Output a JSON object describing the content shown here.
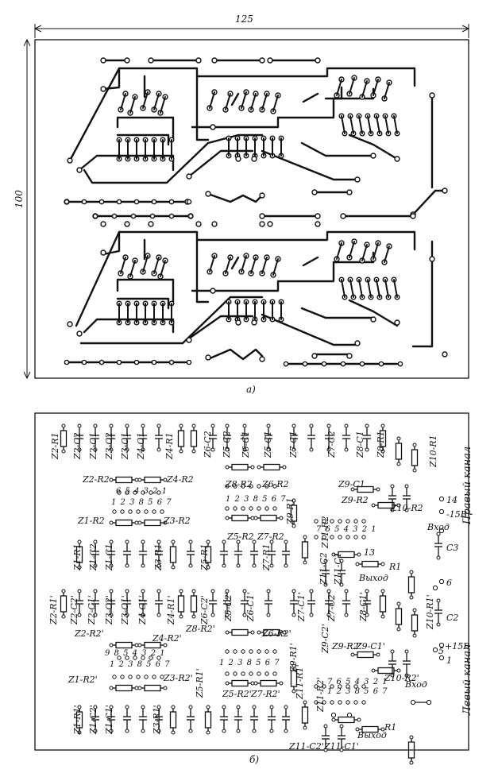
{
  "top_figure": {
    "dimension_width": "125",
    "dimension_height": "100",
    "caption": "а)"
  },
  "bottom_figure": {
    "caption": "б)",
    "side_label_right_channel": "Правый канал",
    "side_label_left_channel": "Левый канал",
    "upper_block_labels": {
      "col_z2_r1": "Z2-R1",
      "col_z2_c2": "Z2-C2",
      "col_z2_c1": "Z2-C1",
      "col_z3_c2": "Z3-C2",
      "col_z3_c1": "Z3-C1",
      "col_z4_c1": "Z4-C1",
      "col_z4_r1": "Z4-R1",
      "col_z6_c2": "Z6-C2",
      "col_z5_c2": "Z5-C2",
      "col_z6_c1": "Z6-C1",
      "col_z5_c1": "Z5-C1",
      "col_z7_c1": "Z7-C1",
      "col_z7_c2": "Z7-C2",
      "col_z8_c1": "Z8-C1",
      "col_z8_r1": "Z8-R1",
      "z10_r1": "Z10-R1",
      "z2_r2": "Z2-R2",
      "z4_r2": "Z4-R2",
      "z8_r2": "Z8-R2",
      "z6_r2": "Z6-R2",
      "z9_c1": "Z9-C1",
      "z9_r2": "Z9-R2",
      "z10_r2": "Z10-R2",
      "z9_r1": "Z9-R1",
      "z1_r2": "Z1-R2",
      "z3_r2": "Z3-R2",
      "z5_r2": "Z5-R2",
      "z7_r2": "Z7-R2",
      "z11_r2": "Z11-R2",
      "z11_c2": "Z11-C2",
      "z11_c1": "Z11-C1",
      "r1": "R1",
      "vykhod": "Выход",
      "vkhod": "Вход",
      "c3": "C3",
      "p14": "14",
      "p15v": "-15В",
      "p6": "6",
      "col_z1_r1": "Z1-R1",
      "col_z1_c2": "Z1-C2",
      "col_z1_c1": "Z1-C1",
      "col_z3_r1": "Z3-R1",
      "col_z5_r1": "Z5-R1",
      "col_z7_r1": "Z7-R1",
      "pins_row_a": "6 5 4 3 2 1",
      "pins_row_b": "1 2 3 8 5 6 7",
      "pins_row_c": "1 2 3 8 5 6 7",
      "pins_row_d": "7 6 5 4 3 2 1",
      "pin_13": "13"
    },
    "lower_block_labels": {
      "z2_r1p": "Z2-R1'",
      "z2_c2p": "Z2-C2'",
      "z2_c1p": "Z2-C1'",
      "z3_c2p": "Z3-C2'",
      "z3_c1p": "Z3-C1'",
      "z4_c1p": "Z4-C1'",
      "z4_r1p": "Z4-R1'",
      "z6_c2p": "Z6-C2'",
      "z5_c2p": "Z5-C2'",
      "z6_c1p": "Z6-C1'",
      "z7_c1p": "Z7-C1'",
      "z7_c2p": "Z7-C2'",
      "z8_c1p": "Z8-C1'",
      "z10_r1p": "Z10-R1'",
      "z2_r2p": "Z2-R2'",
      "z4_r2p": "Z4-R2'",
      "z8_r2p": "Z8-R2'",
      "z6_r2p": "Z6-R2'",
      "c2": "C2",
      "p15vp": "+15В",
      "p1": "1",
      "z9_r1p": "Z9-R1'",
      "z9_c2p": "Z9-C2'",
      "z9_r2p": "Z9-R2'",
      "z9_c1p": "Z9-C1'",
      "z10_r2p": "Z10-R2'",
      "vkhod": "Вход",
      "z1_r2p": "Z1-R2'",
      "z3_r2p": "Z3-R2'",
      "z5_r2p": "Z5-R2'",
      "z7_r2p": "Z7-R2'",
      "z11_r1p": "Z11-R1'",
      "z11_r2p": "Z11-R2'",
      "z11_c2p": "Z11-C2'",
      "z11_c1p": "Z11-C1'",
      "r1": "R1",
      "vykhod": "Выход",
      "col_z1_r1p": "Z1-R1'",
      "col_z1_c2p": "Z1-C2'",
      "col_z1_c1p": "Z1-C1'",
      "col_z3_r1p": "Z3-R1'",
      "col_z5_r1p": "Z5-R1'",
      "pins_row_a": "9 8 5 4 3 2 1",
      "pins_row_b": "1 2 3 8 5 6 7",
      "pins_row_c": "1 2 3 8 5 6 7",
      "pins_row_d": "7 6 5 4 3 2 1",
      "pins_row_e": "1 2 3 8 5 6 7",
      "p5": "5"
    }
  }
}
